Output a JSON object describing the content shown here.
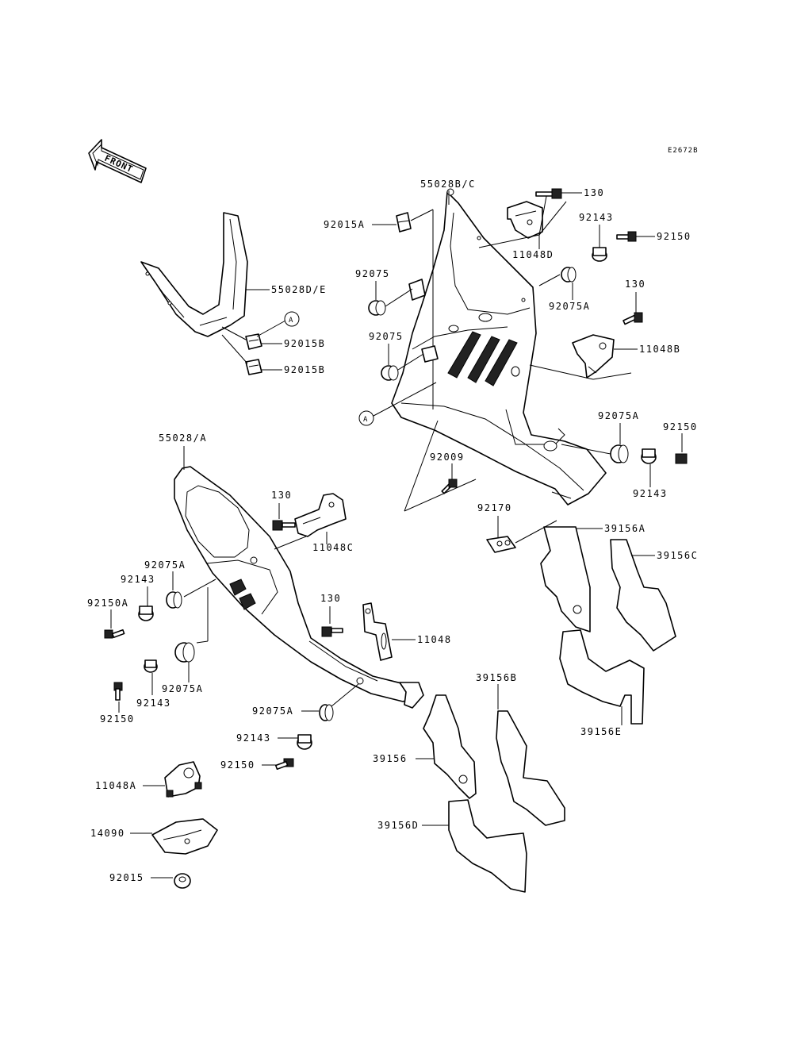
{
  "diagram": {
    "ref_code": "E2672B",
    "front_label": "FRONT",
    "callout": "A",
    "labels": {
      "p130_top": "130",
      "p92150_top": "92150",
      "p92143_top": "92143",
      "p11048D": "11048D",
      "p55028BC": "55028B/C",
      "p92015A": "92015A",
      "p92075_1": "92075",
      "p92075_2": "92075",
      "p92075A_top": "92075A",
      "p130_mid": "130",
      "p11048B": "11048B",
      "p55028DE": "55028D/E",
      "p92015B_1": "92015B",
      "p92015B_2": "92015B",
      "p92075A_r": "92075A",
      "p92150_r": "92150",
      "p92143_r": "92143",
      "p92009": "92009",
      "p55028A": "55028/A",
      "p130_l": "130",
      "p11048C": "11048C",
      "p92170": "92170",
      "p39156A": "39156A",
      "p39156C": "39156C",
      "p92075A_l": "92075A",
      "p92143_l": "92143",
      "p92150A": "92150A",
      "p130_c": "130",
      "p11048": "11048",
      "p92075A_b": "92075A",
      "p92150_l": "92150",
      "p92143_b": "92143",
      "p39156B": "39156B",
      "p39156E": "39156E",
      "p92075A_c": "92075A",
      "p92143_c": "92143",
      "p92150_c": "92150",
      "p39156": "39156",
      "p11048A": "11048A",
      "p14090": "14090",
      "p39156D": "39156D",
      "p92015": "92015"
    }
  }
}
